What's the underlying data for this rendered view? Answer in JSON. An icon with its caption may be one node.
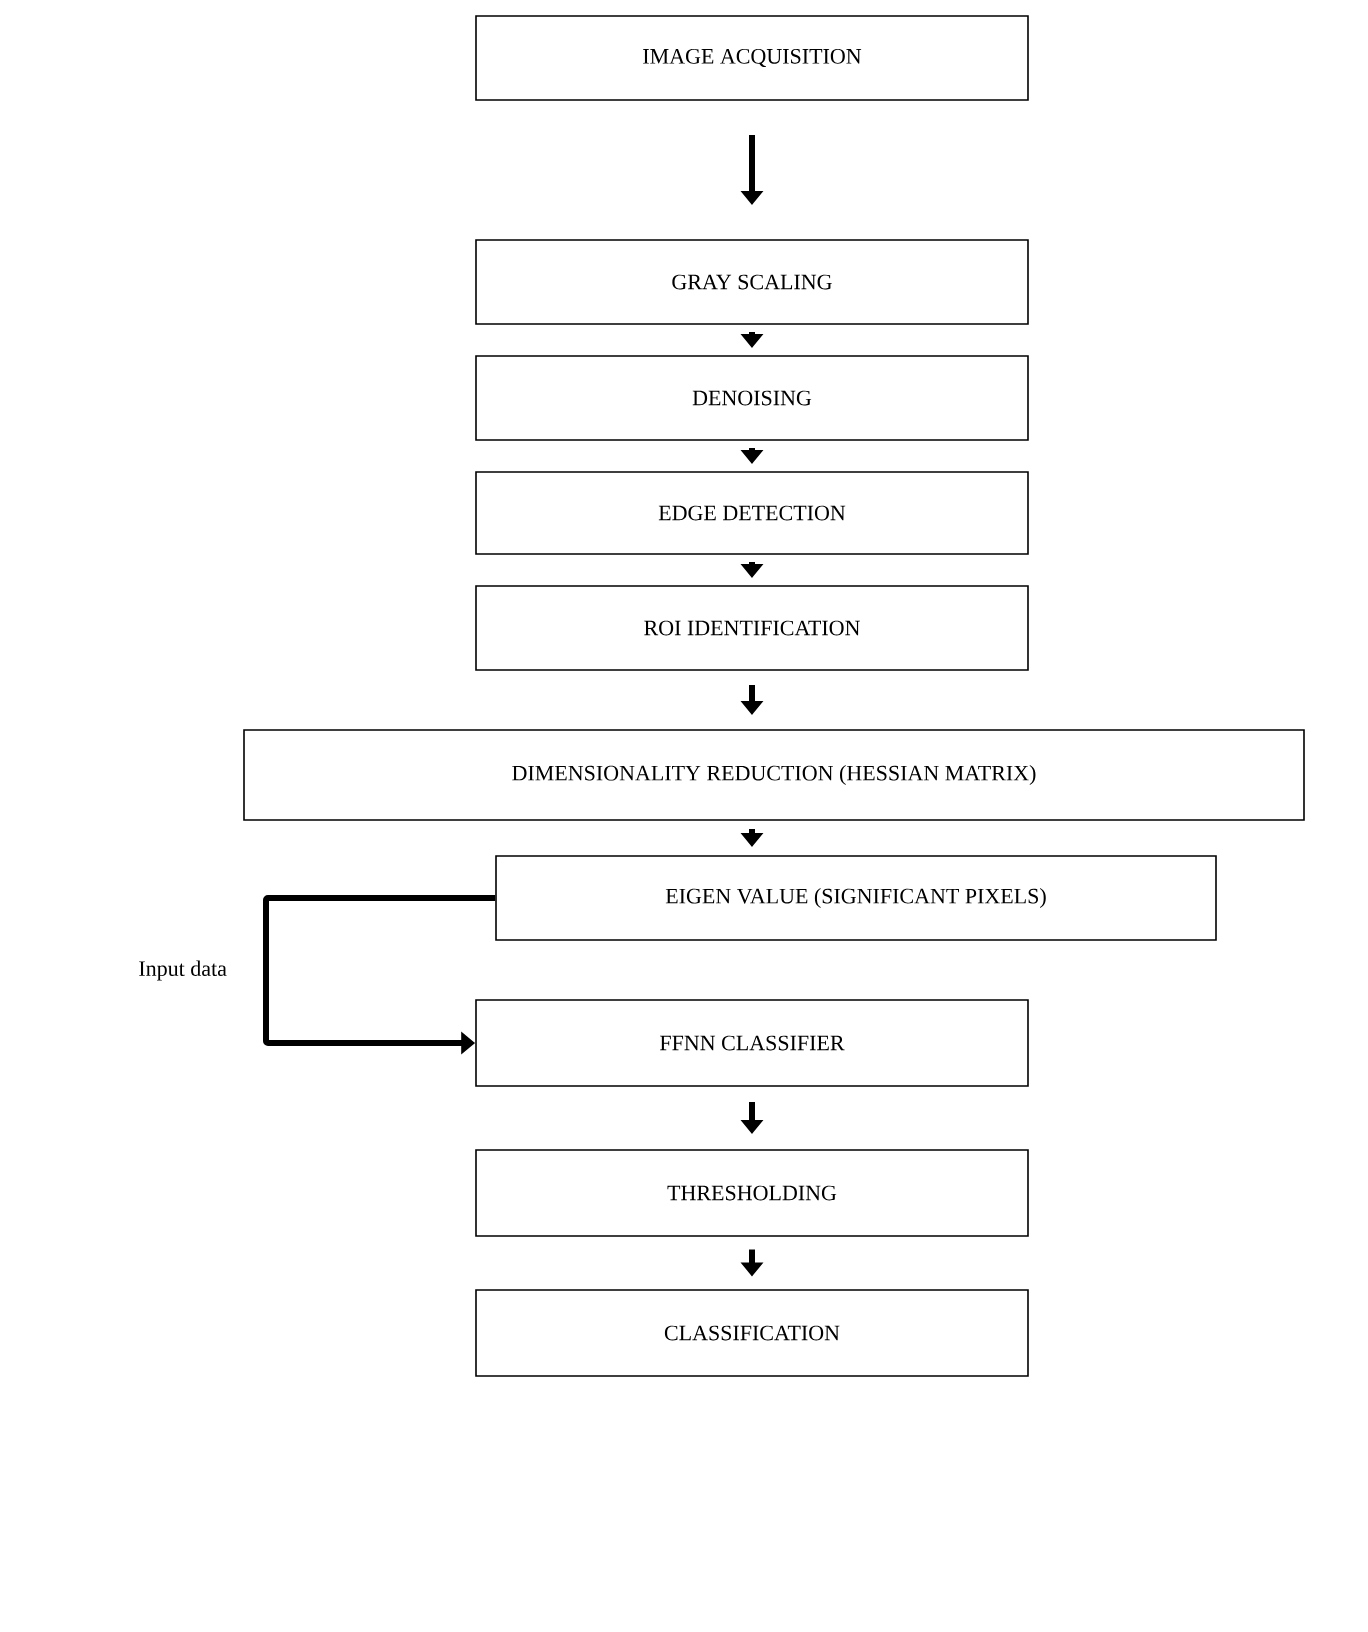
{
  "diagram": {
    "nodes": [
      {
        "text": [
          "IMAGE ACQUISITION"
        ]
      },
      {
        "text": [
          "GRAY SCALING"
        ]
      },
      {
        "text": [
          "DENOISING"
        ]
      },
      {
        "text": [
          "EDGE DETECTION"
        ]
      },
      {
        "text": [
          "ROI IDENTIFICATION"
        ]
      },
      {
        "text": [
          "DIMENSIONALITY REDUCTION (HESSIAN MATRIX)"
        ]
      },
      {
        "text": [
          "EIGEN VALUE (SIGNIFICANT PIXELS)"
        ]
      },
      {
        "text": [
          "FFNN CLASSIFIER"
        ]
      },
      {
        "text": [
          "THRESHOLDING"
        ]
      },
      {
        "text": [
          "CLASSIFICATION"
        ]
      }
    ],
    "edges": [
      {
        "from": 0,
        "to": 1,
        "arrow": "to"
      },
      {
        "from": 1,
        "to": 2,
        "arrow": "to"
      },
      {
        "from": 2,
        "to": 3,
        "arrow": "to"
      },
      {
        "from": 3,
        "to": 4,
        "arrow": "to"
      },
      {
        "from": 4,
        "to": 5,
        "arrow": "to"
      },
      {
        "from": 5,
        "to": 6,
        "arrow": "to"
      },
      {
        "from": 6,
        "to": 7,
        "arrow": "to",
        "label": "Input data"
      },
      {
        "from": 7,
        "to": 8,
        "arrow": "to"
      },
      {
        "from": 8,
        "to": 9,
        "arrow": "to"
      }
    ]
  }
}
